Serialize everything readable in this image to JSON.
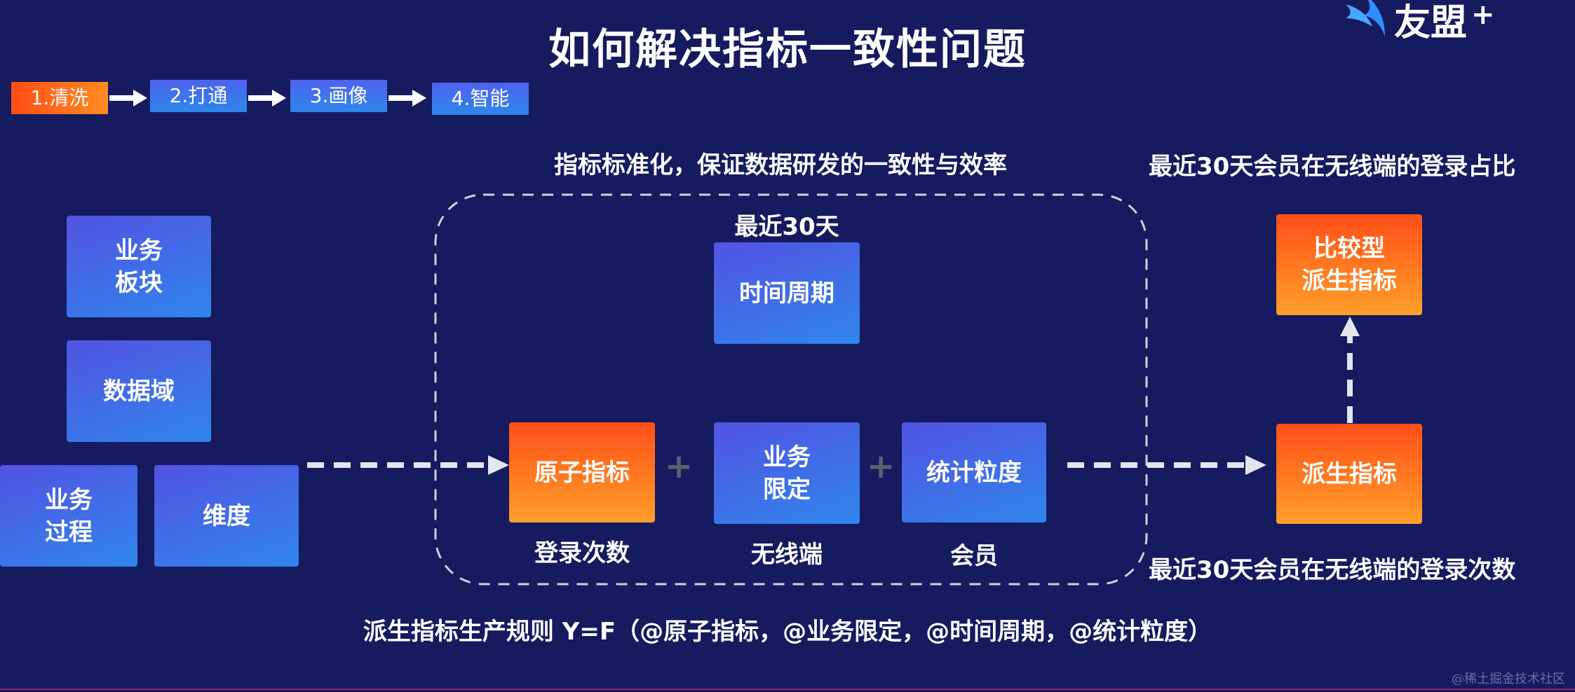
{
  "title": "如何解决指标一致性问题",
  "logo": {
    "text": "友盟",
    "plus": "+",
    "icon": "swallow-logo-icon"
  },
  "steps": [
    {
      "label": "1.清洗",
      "active": true
    },
    {
      "label": "2.打通",
      "active": false
    },
    {
      "label": "3.画像",
      "active": false
    },
    {
      "label": "4.智能",
      "active": false
    }
  ],
  "center_heading": "指标标准化，保证数据研发的一致性与效率",
  "right_heading": "最近30天会员在无线端的登录占比",
  "right_bottom_caption": "最近30天会员在无线端的登录次数",
  "left_blocks": {
    "business_segment": "业务\n板块",
    "data_domain": "数据域",
    "business_process": "业务\n过程",
    "dimension": "维度"
  },
  "time_label": "最近30天",
  "time_period": "时间周期",
  "atomic_metric": "原子指标",
  "atomic_caption": "登录次数",
  "business_qualifier": "业务\n限定",
  "qualifier_caption": "无线端",
  "stat_granularity": "统计粒度",
  "granularity_caption": "会员",
  "plus_sign": "+",
  "derived_metric": "派生指标",
  "comparative_metric": "比较型\n派生指标",
  "formula": "派生指标生产规则 Y=F（@原子指标，@业务限定，@时间周期，@统计粒度）",
  "watermark": "@稀土掘金技术社区",
  "colors": {
    "background": "#161a5e",
    "blue_box_top": "#5353e2",
    "blue_box_bottom": "#2f86ec",
    "orange_top": "#ff4f18",
    "orange_bottom": "#ff9f2a",
    "dashed": "#cfd3de"
  }
}
